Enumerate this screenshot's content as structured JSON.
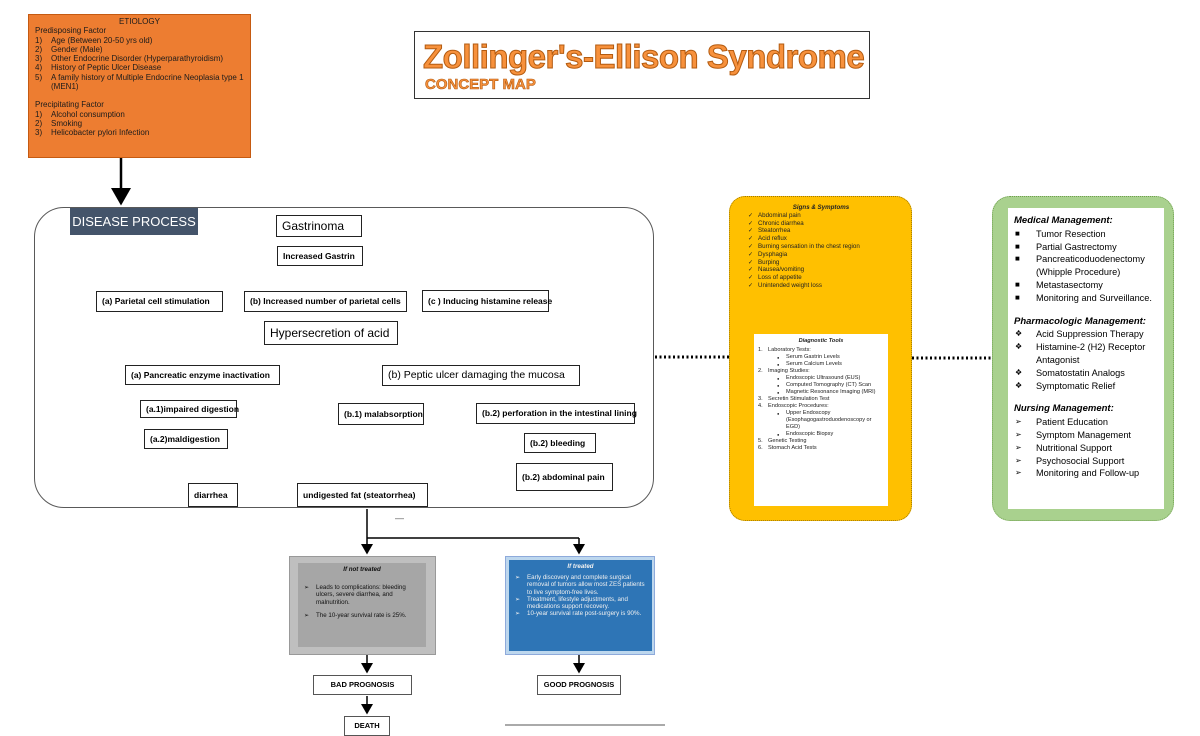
{
  "etiology": {
    "heading": "ETIOLOGY",
    "predisposing_title": "Predisposing Factor",
    "predisposing": [
      {
        "n": "1)",
        "text": "Age (Between 20-50 yrs old)"
      },
      {
        "n": "2)",
        "text": "Gender (Male)"
      },
      {
        "n": "3)",
        "text": "Other Endocrine Disorder (Hyperparathyroidism)"
      },
      {
        "n": "4)",
        "text": "History of Peptic Ulcer Disease"
      },
      {
        "n": "5)",
        "text": "A  family history of Multiple Endocrine Neoplasia type 1 (MEN1)"
      }
    ],
    "precipitating_title": "Precipitating Factor",
    "precipitating": [
      {
        "n": "1)",
        "text": "Alcohol consumption"
      },
      {
        "n": "2)",
        "text": "Smoking"
      },
      {
        "n": "3)",
        "text": "Helicobacter pylori Infection"
      }
    ]
  },
  "title": {
    "main": "Zollinger's-Ellison Syndrome",
    "sub": "CONCEPT MAP"
  },
  "disease_process": {
    "label": "DISEASE PROCESS",
    "gastrinoma": "Gastrinoma",
    "increased_gastrin": "Increased Gastrin",
    "parietal_stimulation": "(a) Parietal cell stimulation",
    "increased_parietal": "(b) Increased number of parietal cells",
    "histamine": "(c ) Inducing histamine release",
    "hypersecretion": "Hypersecretion of acid",
    "pancreatic": "(a) Pancreatic enzyme inactivation",
    "peptic_ulcer": "(b) Peptic ulcer damaging the mucosa",
    "impaired_digestion": "(a.1)impaired digestion",
    "maldigestion": "(a.2)maldigestion",
    "malabsorption": "(b.1) malabsorption",
    "perforation": "(b.2) perforation in the intestinal lining",
    "bleeding": "(b.2) bleeding",
    "abdominal_pain": "(b.2) abdominal pain",
    "diarrhea": "diarrhea",
    "undigested_fat": "undigested fat (steatorrhea)",
    "dash": "—"
  },
  "signs": {
    "title": "Signs & Symptoms",
    "items": [
      "Abdominal pain",
      "Chronic diarrhea",
      "Steatorrhea",
      "Acid reflux",
      "Burning sensation in the chest region",
      "Dysphagia",
      "Burping",
      "Nausea/vomiting",
      "Loss of appetite",
      "Unintended weight loss"
    ]
  },
  "diagnostic": {
    "title": "Diagnostic Tools",
    "items": [
      {
        "n": "1.",
        "text": "Laboratory Tests:",
        "subs": [
          "Serum Gastrin Levels",
          "Serum Calcium Levels"
        ]
      },
      {
        "n": "2.",
        "text": "Imaging Studies:",
        "subs": [
          "Endoscopic Ultrasound (EUS)",
          "Computed Tomography (CT) Scan",
          "Magnetic Resonance Imaging (MRI)"
        ]
      },
      {
        "n": "3.",
        "text": "Secretin Stimulation Test",
        "subs": []
      },
      {
        "n": "4.",
        "text": "Endoscopic Procedures:",
        "subs": [
          "Upper Endoscopy (Esophagogastroduodenoscopy or EGD)",
          "Endoscopic Biopsy"
        ]
      },
      {
        "n": "5.",
        "text": "Genetic Testing",
        "subs": []
      },
      {
        "n": "6.",
        "text": "Stomach Acid Tests",
        "subs": []
      }
    ]
  },
  "management": {
    "medical_title": "Medical Management:",
    "medical": [
      "Tumor Resection",
      "Partial Gastrectomy",
      "Pancreaticoduodenectomy (Whipple Procedure)",
      "Metastasectomy",
      "Monitoring and Surveillance."
    ],
    "pharma_title": "Pharmacologic Management:",
    "pharma": [
      "Acid Suppression Therapy",
      "Histamine-2 (H2) Receptor Antagonist",
      "Somatostatin Analogs",
      "Symptomatic Relief"
    ],
    "nursing_title": "Nursing Management:",
    "nursing": [
      "Patient Education",
      "Symptom Management",
      "Nutritional Support",
      "Psychosocial Support",
      "Monitoring and Follow-up"
    ],
    "bullets": {
      "medical": "■",
      "pharma": "❖",
      "nursing": "➢"
    }
  },
  "not_treated": {
    "title": "If not treated",
    "items": [
      "Leads to complications: bleeding ulcers, severe diarrhea, and malnutrition.",
      "The 10-year survival rate is 25%."
    ]
  },
  "treated": {
    "title": "If treated",
    "items": [
      "Early discovery and complete surgical removal of tumors allow most ZES patients to live symptom-free lives.",
      "Treatment, lifestyle adjustments, and medications support recovery.",
      "10-year survival rate post-surgery is 90%."
    ]
  },
  "outcomes": {
    "bad": "BAD PROGNOSIS",
    "good": "GOOD PROGNOSIS",
    "death": "DEATH"
  },
  "colors": {
    "etiology": "#ed7d31",
    "title": "#f7913c",
    "signs": "#ffc000",
    "management": "#a9d18e",
    "treated": "#2e75b6",
    "not_treated": "#a6a6a6",
    "connector": "#5b9bd5"
  }
}
